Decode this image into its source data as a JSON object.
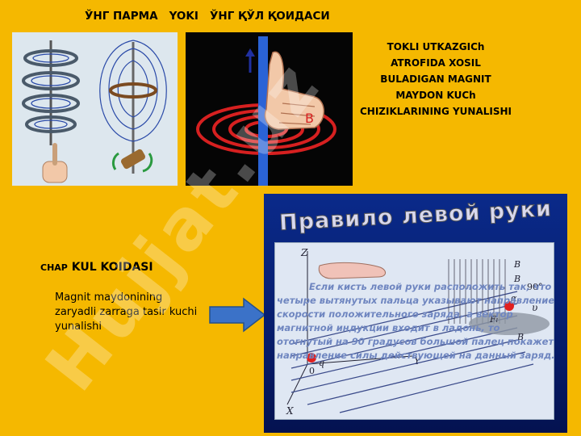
{
  "top_title": "ЎНГ ПАРМА   YOKI   ЎНГ ҚЎЛ ҚОИДАСИ",
  "right_caption": [
    "TOKLI UTKAZGICh",
    "ATROFIDA XOSIL",
    "BULADIGAN MAGNIT",
    "MAYDON KUCh",
    "CHIZIKLARINING YUNALISHI"
  ],
  "chap_heading": {
    "prefix": "CHAP",
    "rest": " KUL KOIDASI"
  },
  "description": [
    "Magnit maydonining",
    "zaryadli zarraga tasir kuchi",
    "yunalishi"
  ],
  "slide": {
    "title": "Правило левой руки",
    "rule_text": "Если кисть левой руки расположить так, что четыре вытянутых пальца указывают направление скорости положительного заряда, а вектор магнитной индукции входит в ладонь, то отогнутый на 90 градусов большой палец покажет направление силы действующей на данный заряд.",
    "labels": {
      "z": "Z",
      "x": "X",
      "y": "Y",
      "angle": "90°",
      "alpha": "α",
      "b1": "B",
      "b2": "B",
      "b3": "B",
      "v": "υ",
      "f": "Fₗ",
      "o": "0",
      "q": "q"
    }
  },
  "hand_label": "B",
  "watermark": "Hujjat.uz",
  "colors": {
    "background": "#f5b800",
    "slide_bg": "#0a2a8a",
    "field_line": "#d62020"
  }
}
